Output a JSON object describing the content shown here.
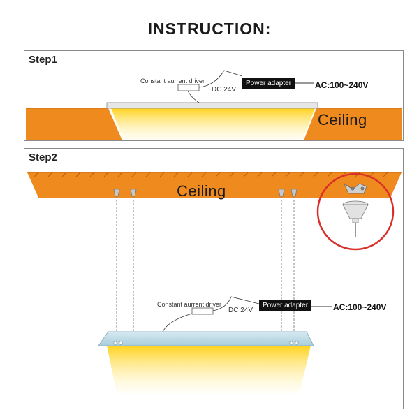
{
  "title": "INSTRUCTION:",
  "step1": {
    "label": "Step1",
    "driver_label": "Constant aurrent driver",
    "dc_label": "DC 24V",
    "adapter_label": "Power adapter",
    "ac_label": "AC:100~240V",
    "ceiling_label": "Ceiling"
  },
  "step2": {
    "label": "Step2",
    "ceiling_label": "Ceiling",
    "driver_label": "Constant aurrent driver",
    "dc_label": "DC 24V",
    "adapter_label": "Power adapter",
    "ac_label": "AC:100~240V"
  },
  "colors": {
    "ceiling": "#ef8a1e",
    "ceiling_dark": "#c96a10",
    "light_glow": "#ffd21c",
    "panel_step2": "#bfdbe6",
    "callout_circle": "#d9302a"
  }
}
